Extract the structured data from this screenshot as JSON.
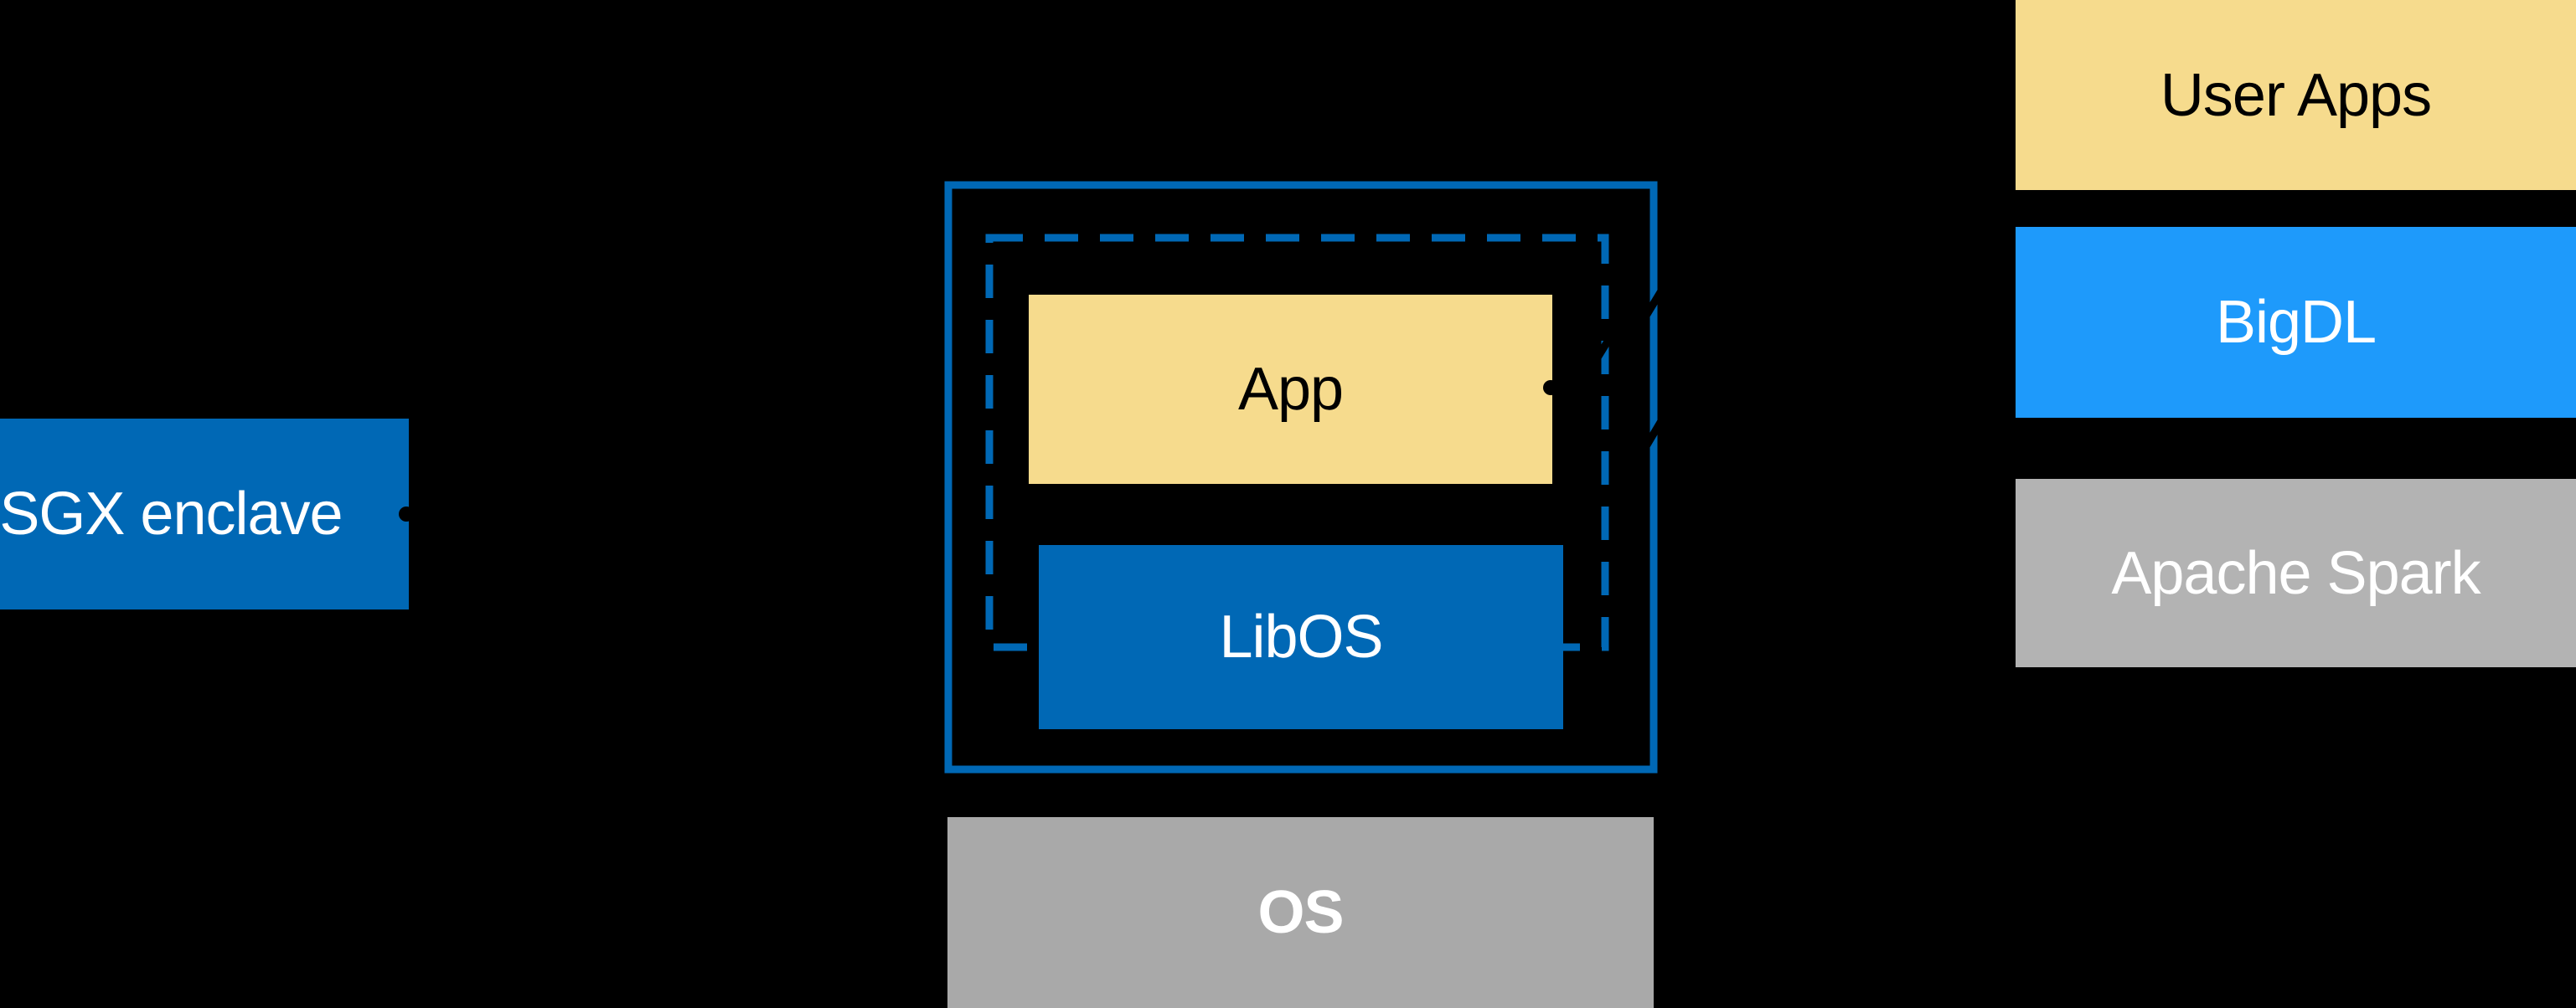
{
  "diagram": {
    "description": "SGX enclave architecture diagram",
    "labels": {
      "sgx": "SGX enclave",
      "app": "App",
      "libos": "LibOS",
      "os": "OS"
    },
    "stack": [
      {
        "label": "User Apps"
      },
      {
        "label": "BigDL"
      },
      {
        "label": "Apache Spark"
      }
    ]
  },
  "colors": {
    "background": "#000000",
    "intel_blue": "#0068B5",
    "bigdl_blue": "#1E9AFB",
    "app_yellow": "#F6DB8D",
    "os_gray": "#A9A9A9",
    "spark_gray": "#B3B3B3",
    "annotation_black": "#000000",
    "text_light": "#FFFFFF",
    "text_dark": "#000000"
  }
}
